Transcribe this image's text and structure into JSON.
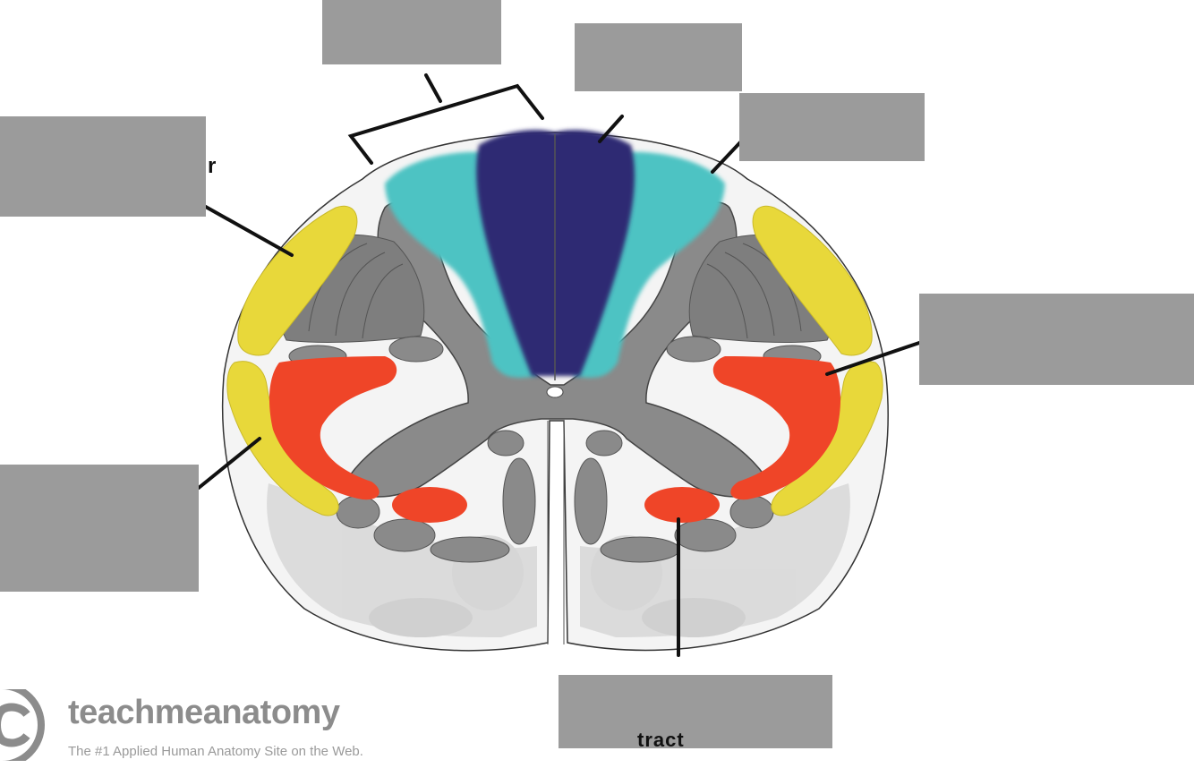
{
  "colors": {
    "dorsal_column_medial": "#2d2a73",
    "dorsal_column_lateral": "#4ec3c3",
    "spinocerebellar_tracts": "#e8d83a",
    "corticospinal_tracts": "#ef4528",
    "grey_matter": "#8a8a8a",
    "white_matter_outline": "#ffffff",
    "label_mask": "#9b9b9b",
    "leader_line": "#111111"
  },
  "label_fragments": {
    "top_left_fragment": "r",
    "bottom_center_fragment": "tract"
  },
  "logo": {
    "icon": "copyright-circle-icon",
    "name": "teachmeanatomy",
    "tagline": "The #1 Applied Human Anatomy Site on the Web."
  }
}
